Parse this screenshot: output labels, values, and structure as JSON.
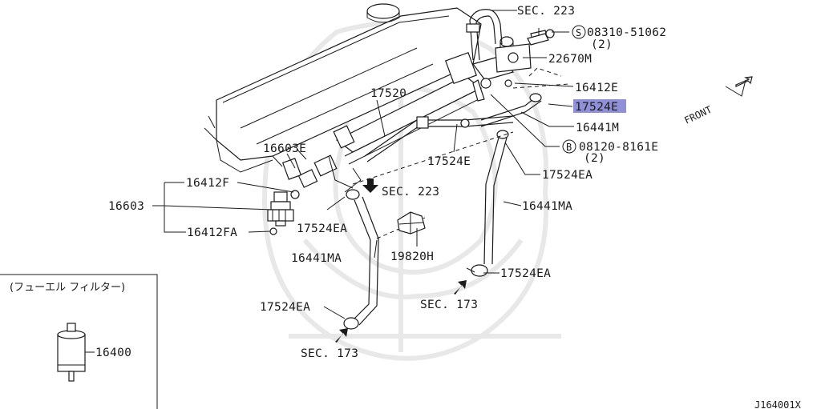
{
  "labels": {
    "sec223_top": "SEC. 223",
    "bolt_s": "08310-51062",
    "bolt_s_qty": "(2)",
    "part_22670M": "22670M",
    "part_16412E": "16412E",
    "part_17524E_highlight": "17524E",
    "part_16441M": "16441M",
    "bolt_b": "08120-8161E",
    "bolt_b_qty": "(2)",
    "part_17524EA_right": "17524EA",
    "part_17520": "17520",
    "part_17524E_mid": "17524E",
    "part_16603E": "16603E",
    "part_16412F": "16412F",
    "part_16603": "16603",
    "part_16412FA": "16412FA",
    "sec223_mid": "SEC. 223",
    "part_17524EA_left": "17524EA",
    "part_16441MA_left": "16441MA",
    "part_19820H": "19820H",
    "part_16441MA_right": "16441MA",
    "part_17524EA_lower_right": "17524EA",
    "sec173_right": "SEC. 173",
    "part_17524EA_lower_left": "17524EA",
    "sec173_left": "SEC. 173",
    "front": "FRONT",
    "filter_caption": "(フューエル フィルター)",
    "part_16400": "16400",
    "diagram_code": "J164001X",
    "symbol_s": "S",
    "symbol_b": "B"
  },
  "highlight_color": "#9090d8"
}
